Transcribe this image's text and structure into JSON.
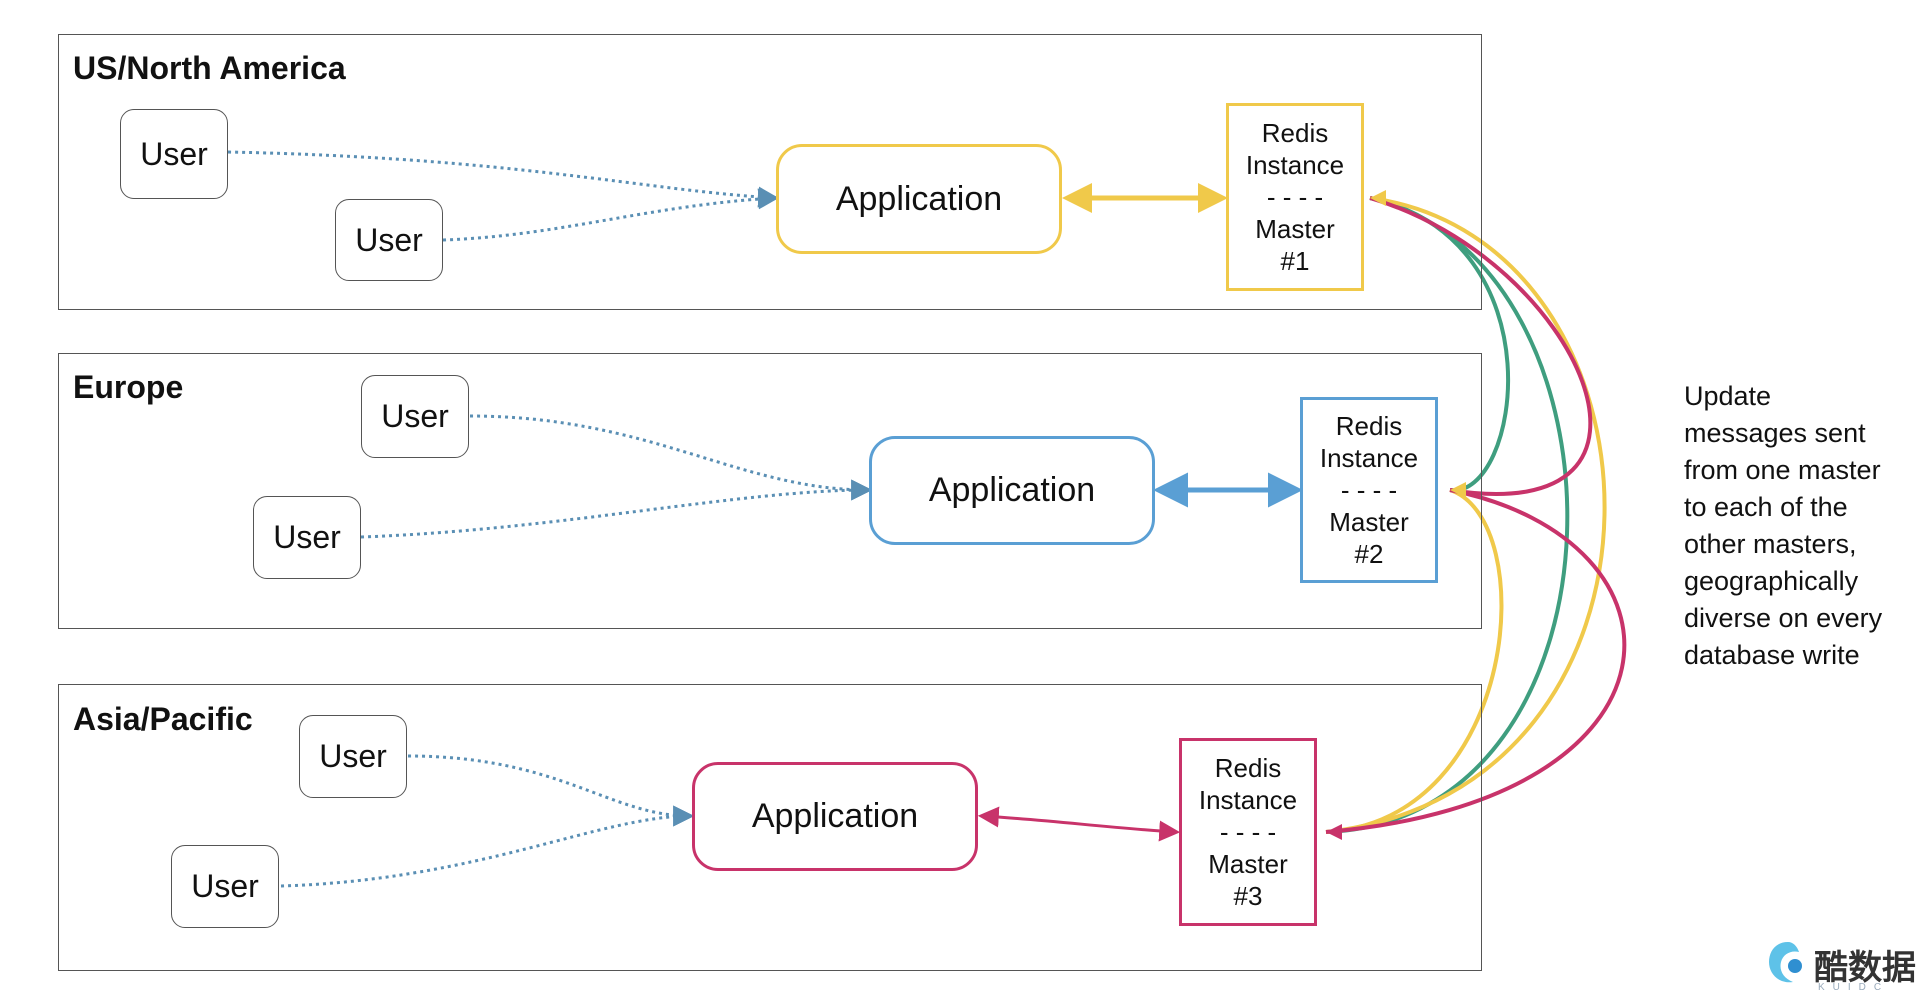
{
  "regions": [
    {
      "title": "US/North America"
    },
    {
      "title": "Europe"
    },
    {
      "title": "Asia/Pacific"
    }
  ],
  "users": {
    "label": "User"
  },
  "apps": {
    "label": "Application"
  },
  "redis": [
    {
      "line1": "Redis",
      "line2": "Instance",
      "sep": "- - - -",
      "line3": "Master",
      "line4": "#1"
    },
    {
      "line1": "Redis",
      "line2": "Instance",
      "sep": "- - - -",
      "line3": "Master",
      "line4": "#2"
    },
    {
      "line1": "Redis",
      "line2": "Instance",
      "sep": "- - - -",
      "line3": "Master",
      "line4": "#3"
    }
  ],
  "note": [
    "Update",
    "messages sent",
    "from one master",
    "to each of the",
    "other masters,",
    "geographically",
    "diverse on every",
    "database write"
  ],
  "watermark": {
    "text": "酷数据",
    "sub": "KUIDC"
  },
  "colors": {
    "us": "#f0c94a",
    "europe": "#5a9fd4",
    "asia": "#c8336a",
    "green": "#3f9e7f",
    "user_link": "#5a8fb4",
    "border": "#555555"
  }
}
